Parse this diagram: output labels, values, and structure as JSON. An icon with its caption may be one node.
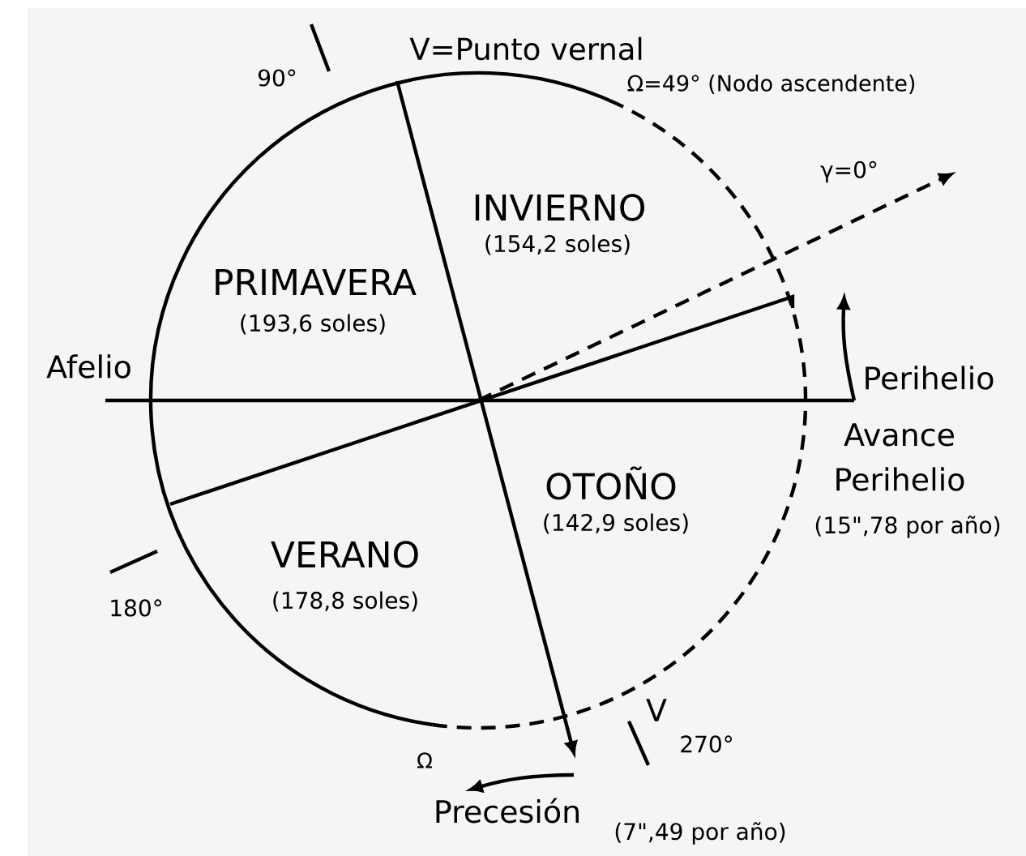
{
  "diagram": {
    "labels": [
      "V=Punto vernal",
      "90°",
      "Ω=49° (Nodo ascendente)",
      "γ=0°",
      "INVIERNO",
      "(154,2 soles)",
      "PRIMAVERA",
      "(193,6 soles)",
      "Afelio",
      "Perihelio",
      "Avance Perihelio",
      "OTOÑO",
      "(142,9 soles)",
      "(15\",78 por año)",
      "VERANO",
      "180°",
      "(178,8 soles)",
      "V",
      "270°",
      "Ω",
      "Precesión",
      "(7\",49 por año)"
    ]
  }
}
